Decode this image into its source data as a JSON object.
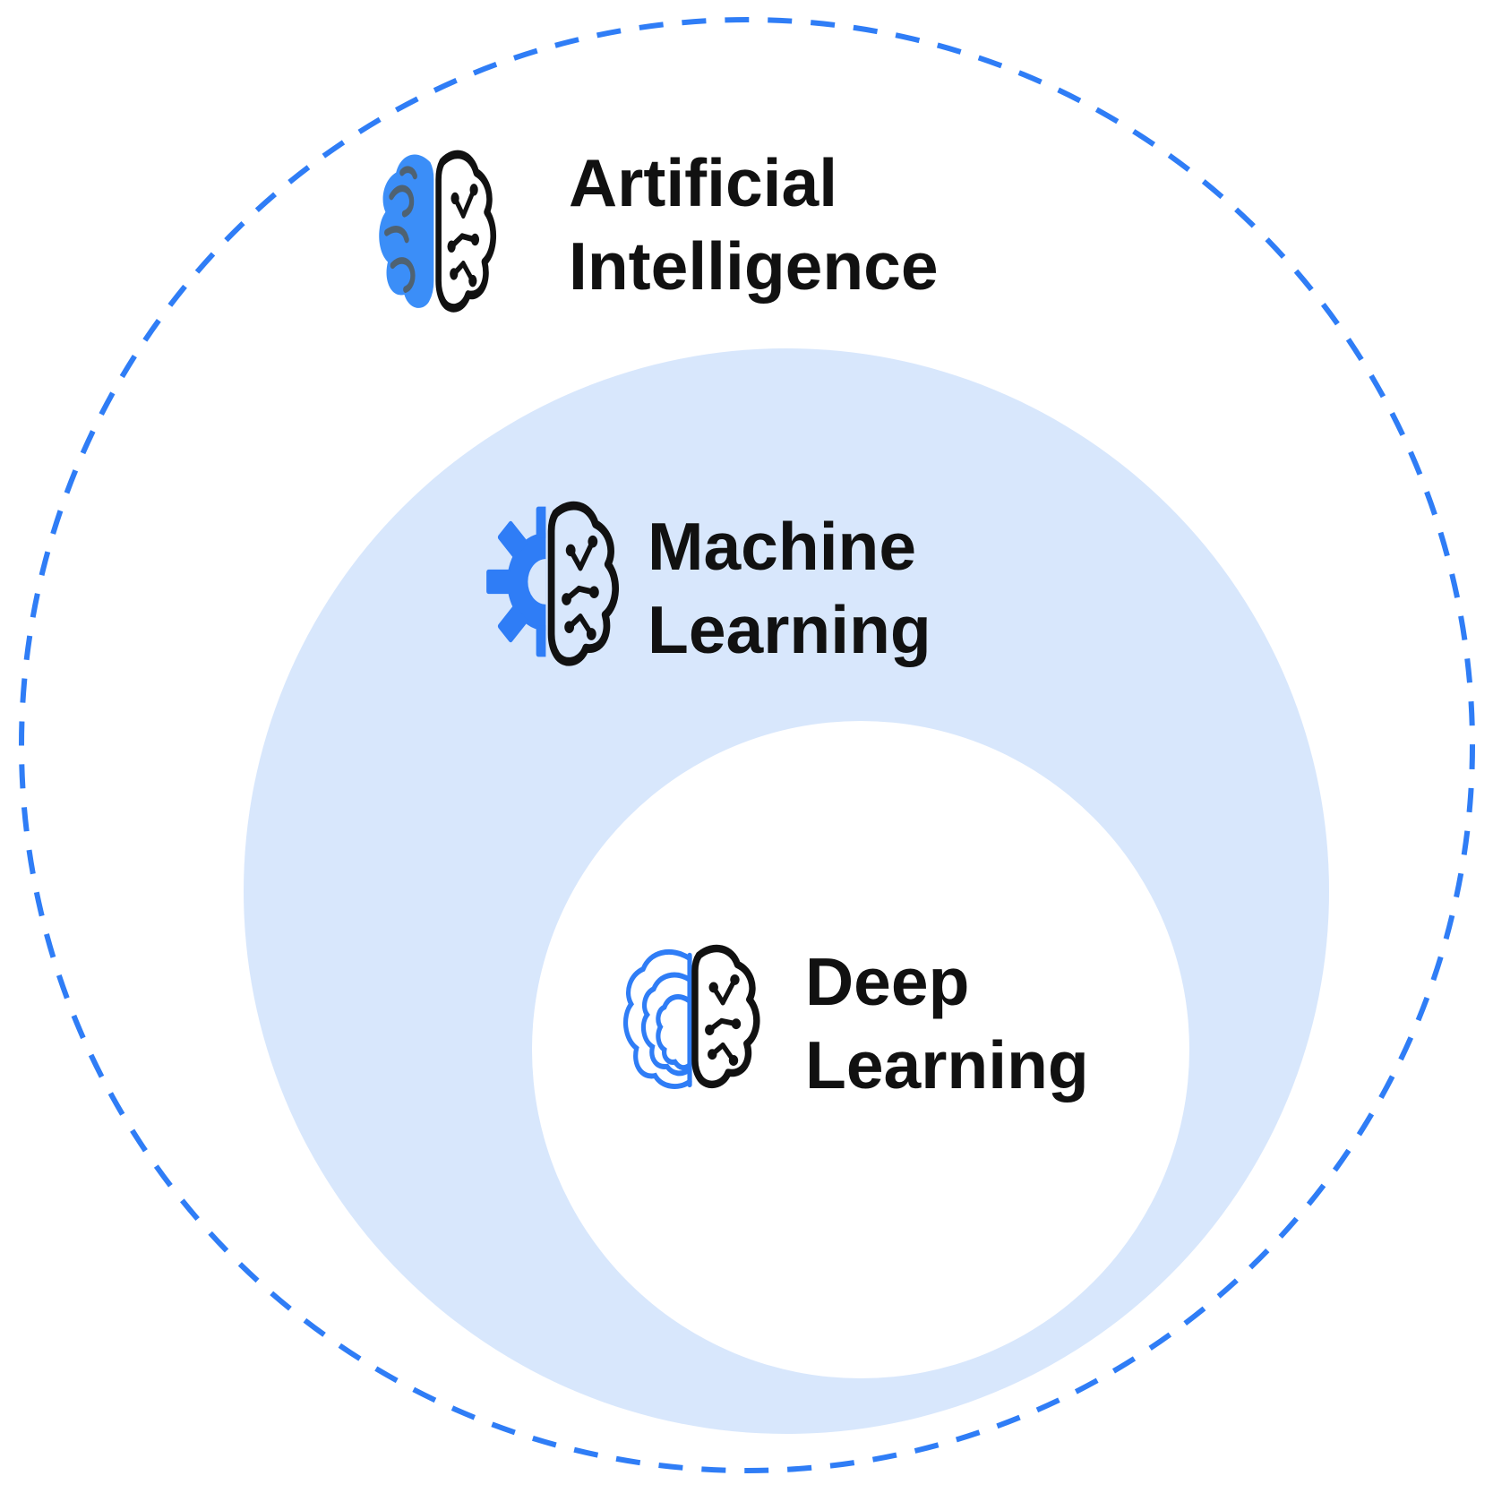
{
  "diagram": {
    "type": "nested-venn",
    "rings": [
      {
        "name": "artificial-intelligence-ring",
        "style": "dashed-outline",
        "stroke": "#2F7DF6"
      },
      {
        "name": "machine-learning-ring",
        "style": "filled",
        "fill": "#D8E7FC"
      },
      {
        "name": "deep-learning-ring",
        "style": "filled",
        "fill": "#FFFFFF"
      }
    ],
    "labels": {
      "ai": {
        "line1": "Artificial",
        "line2": "Intelligence",
        "icon": "half-brain-circuit-icon"
      },
      "ml": {
        "line1": "Machine",
        "line2": "Learning",
        "icon": "gear-brain-icon"
      },
      "dl": {
        "line1": "Deep",
        "line2": "Learning",
        "icon": "layered-brain-icon"
      }
    }
  },
  "colors": {
    "accent-blue": "#2F7DF6",
    "light-blue": "#D8E7FC",
    "icon-blue": "#3B8EF8",
    "ink": "#111111",
    "squiggle": "#4F6272",
    "bg": "#FFFFFF"
  }
}
